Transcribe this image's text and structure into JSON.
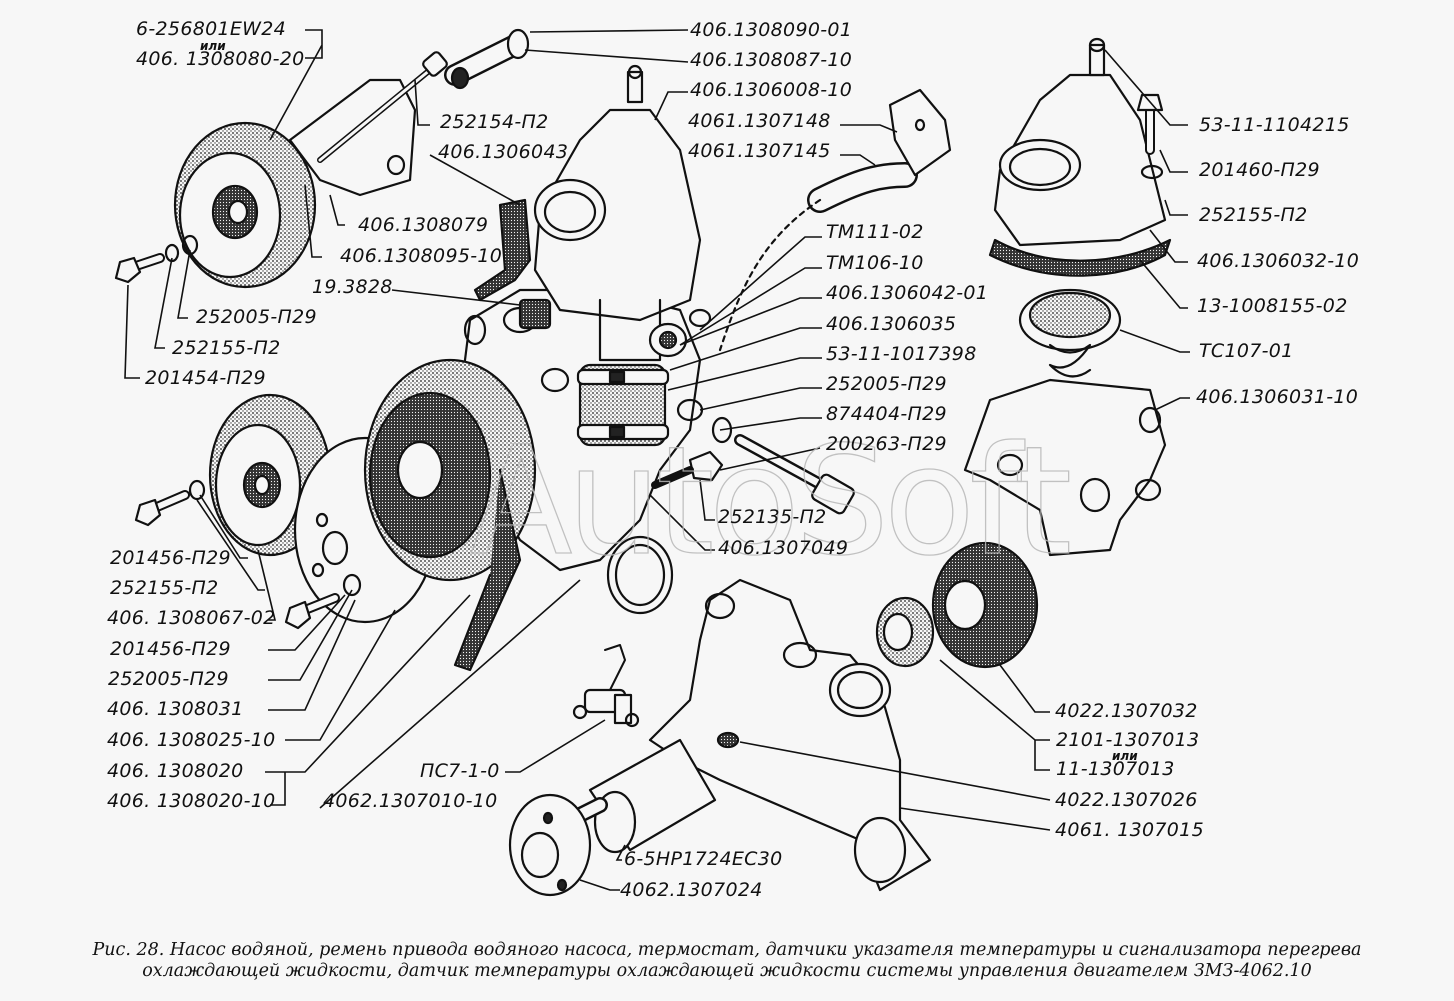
{
  "figure": {
    "caption_line1": "Рис. 28. Насос водяной, ремень привода водяного насоса, термостат, датчики указателя температуры и сигнализатора перегрева",
    "caption_line2": "охлаждающей жидкости, датчик температуры охлаждающей жидкости системы управления двигателем ЗМЗ-4062.10",
    "watermark": "AutoSoft",
    "or_word": "или"
  },
  "labels_left": [
    "6-256801EW24",
    "406. 1308080-20",
    "406.1308079",
    "406.1308095-10",
    "19.3828",
    "252005-П29",
    "252155-П2",
    "201454-П29",
    "201456-П29",
    "252155-П2",
    "406. 1308067-02",
    "201456-П29",
    "252005-П29",
    "406. 1308031",
    "406. 1308025-10",
    "406. 1308020",
    "406. 1308020-10"
  ],
  "labels_top_center": [
    "406.1308090-01",
    "406.1308087-10",
    "406.1306008-10",
    "4061.1307148",
    "4061.1307145",
    "252154-П2",
    "406.1306043"
  ],
  "labels_center_column": [
    "ТМ111-02",
    "ТМ106-10",
    "406.1306042-01",
    "406.1306035",
    "53-11-1017398",
    "252005-П29",
    "874404-П29",
    "200263-П29",
    "252135-П2",
    "406.1307049"
  ],
  "labels_right": [
    "53-11-1104215",
    "201460-П29",
    "252155-П2",
    "406.1306032-10",
    "13-1008155-02",
    "ТС107-01",
    "406.1306031-10"
  ],
  "labels_bottom": [
    "ПС7-1-0",
    "4062.1307010-10",
    "6-5НР1724ЕС30",
    "4062.1307024",
    "4022.1307032",
    "2101-1307013",
    "11-1307013",
    "4022.1307026",
    "4061. 1307015"
  ]
}
